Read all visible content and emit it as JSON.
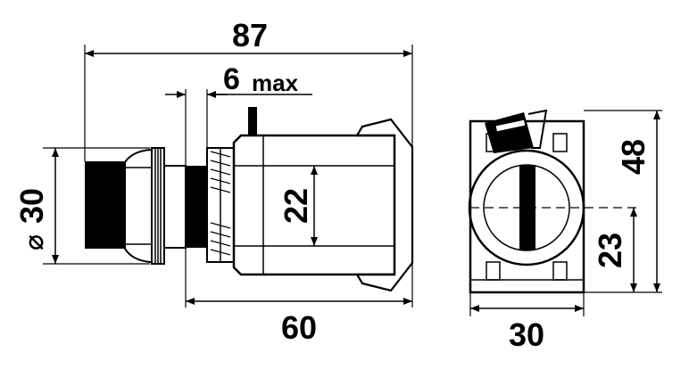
{
  "dimensions": {
    "overall_length": "87",
    "max_prefix": "6",
    "max_suffix": "max",
    "diameter_symbol": "⌀",
    "diameter_value": "30",
    "center_height": "22",
    "body_length": "60",
    "housing_height": "48",
    "center_offset": "23",
    "housing_width": "30"
  }
}
